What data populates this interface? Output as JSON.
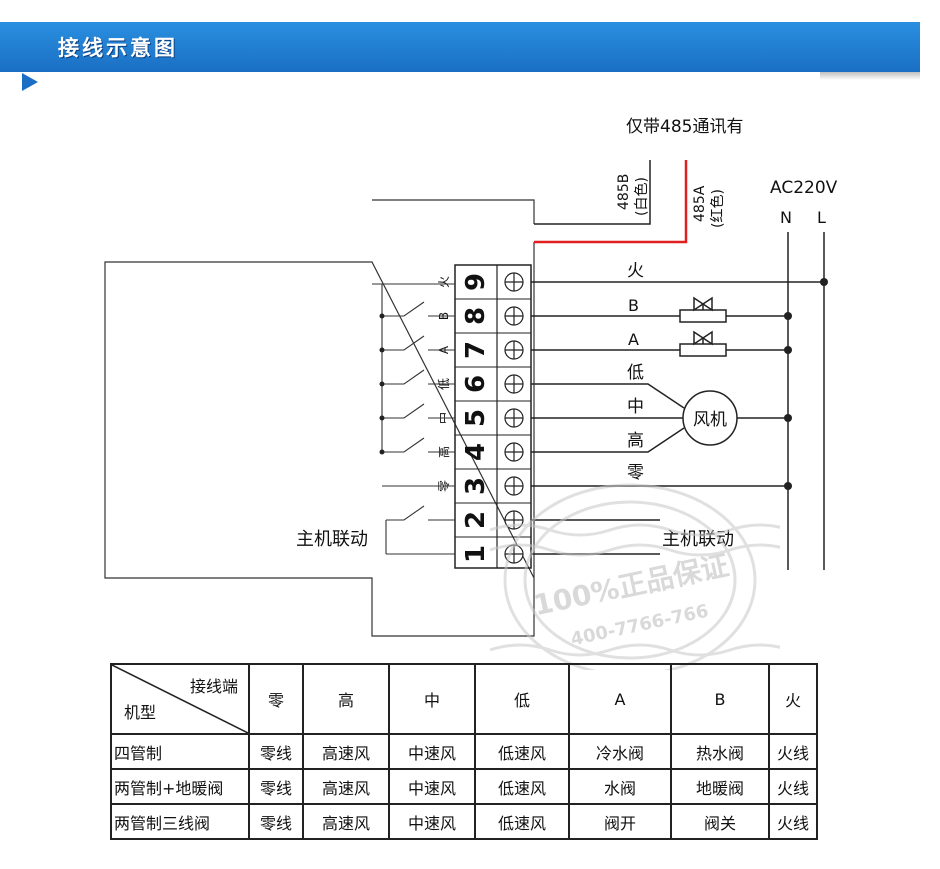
{
  "header": {
    "title": "接线示意图"
  },
  "diagram": {
    "top_note": "仅带485通讯有",
    "rs485": {
      "b_label": "485B",
      "b_color": "(白色)",
      "a_label": "485A",
      "a_color": "(红色)"
    },
    "supply": {
      "label": "AC220V",
      "n": "N",
      "l": "L"
    },
    "terminals": [
      {
        "num": "9",
        "label": "火"
      },
      {
        "num": "8",
        "label": "B"
      },
      {
        "num": "7",
        "label": "A"
      },
      {
        "num": "6",
        "label": "低"
      },
      {
        "num": "5",
        "label": "中"
      },
      {
        "num": "4",
        "label": "高"
      },
      {
        "num": "3",
        "label": "零"
      },
      {
        "num": "2",
        "label": ""
      },
      {
        "num": "1",
        "label": ""
      }
    ],
    "wires": {
      "live": "火",
      "b": "B",
      "a": "A",
      "low": "低",
      "mid": "中",
      "high": "高",
      "neutral": "零"
    },
    "fan_label": "风机",
    "host_link_left": "主机联动",
    "host_link_right": "主机联动"
  },
  "watermark": {
    "line1": "100%正品保证",
    "line2": "400-7766-766"
  },
  "table": {
    "corner_top": "接线端",
    "corner_bottom": "机型",
    "headers": [
      "零",
      "高",
      "中",
      "低",
      "A",
      "B",
      "火"
    ],
    "rows": [
      {
        "model": "四管制",
        "cells": [
          "零线",
          "高速风",
          "中速风",
          "低速风",
          "冷水阀",
          "热水阀",
          "火线"
        ]
      },
      {
        "model": "两管制+地暖阀",
        "cells": [
          "零线",
          "高速风",
          "中速风",
          "低速风",
          "水阀",
          "地暖阀",
          "火线"
        ]
      },
      {
        "model": "两管制三线阀",
        "cells": [
          "零线",
          "高速风",
          "中速风",
          "低速风",
          "阀开",
          "阀关",
          "火线"
        ]
      }
    ]
  },
  "colors": {
    "banner": "#1a6fc4",
    "red_wire": "#e02020",
    "line": "#222222"
  }
}
